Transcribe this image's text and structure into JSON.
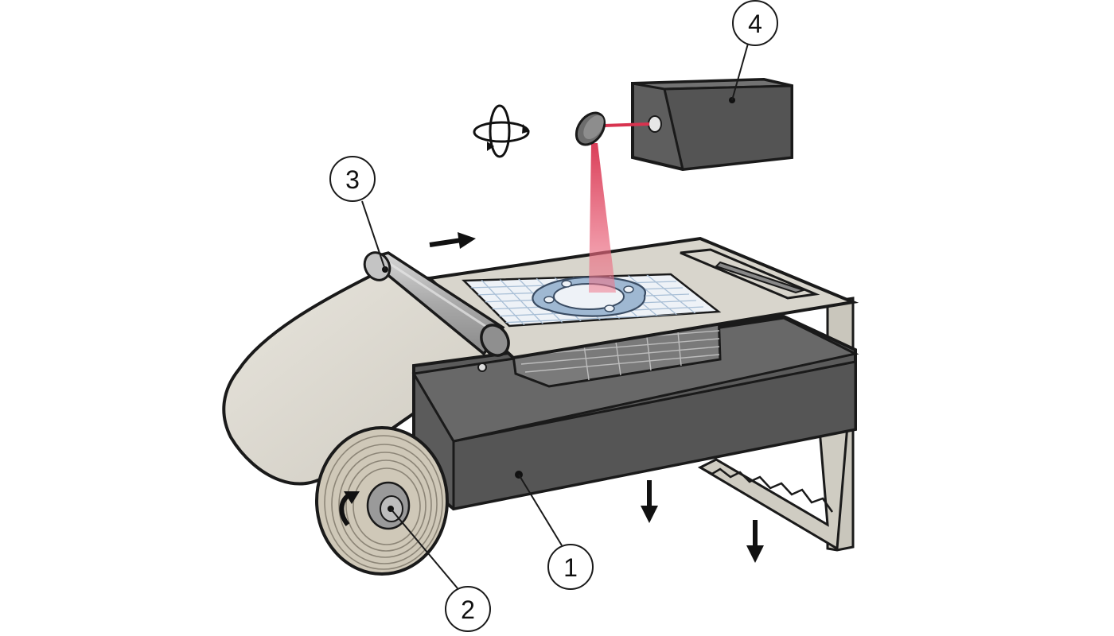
{
  "callouts": [
    {
      "id": "1",
      "text": "1",
      "part": "build-platform"
    },
    {
      "id": "2",
      "text": "2",
      "part": "material-roll"
    },
    {
      "id": "3",
      "text": "3",
      "part": "spreading-roller"
    },
    {
      "id": "4",
      "text": "4",
      "part": "laser-source"
    }
  ],
  "icons": {
    "rotation": "rotation-icon",
    "feed_direction": "arrow-right-icon",
    "platform_down": "arrow-down-icon",
    "roll_rotation": "curved-arrow-icon"
  },
  "colors": {
    "outline": "#1a1a1a",
    "dark_body": "#5e5e5e",
    "sheet": "#dcd9d0",
    "roller": "#b8b8b8",
    "laser": "#e8506a",
    "grid": "#a9bfd6",
    "part": "#9fb8d2"
  }
}
